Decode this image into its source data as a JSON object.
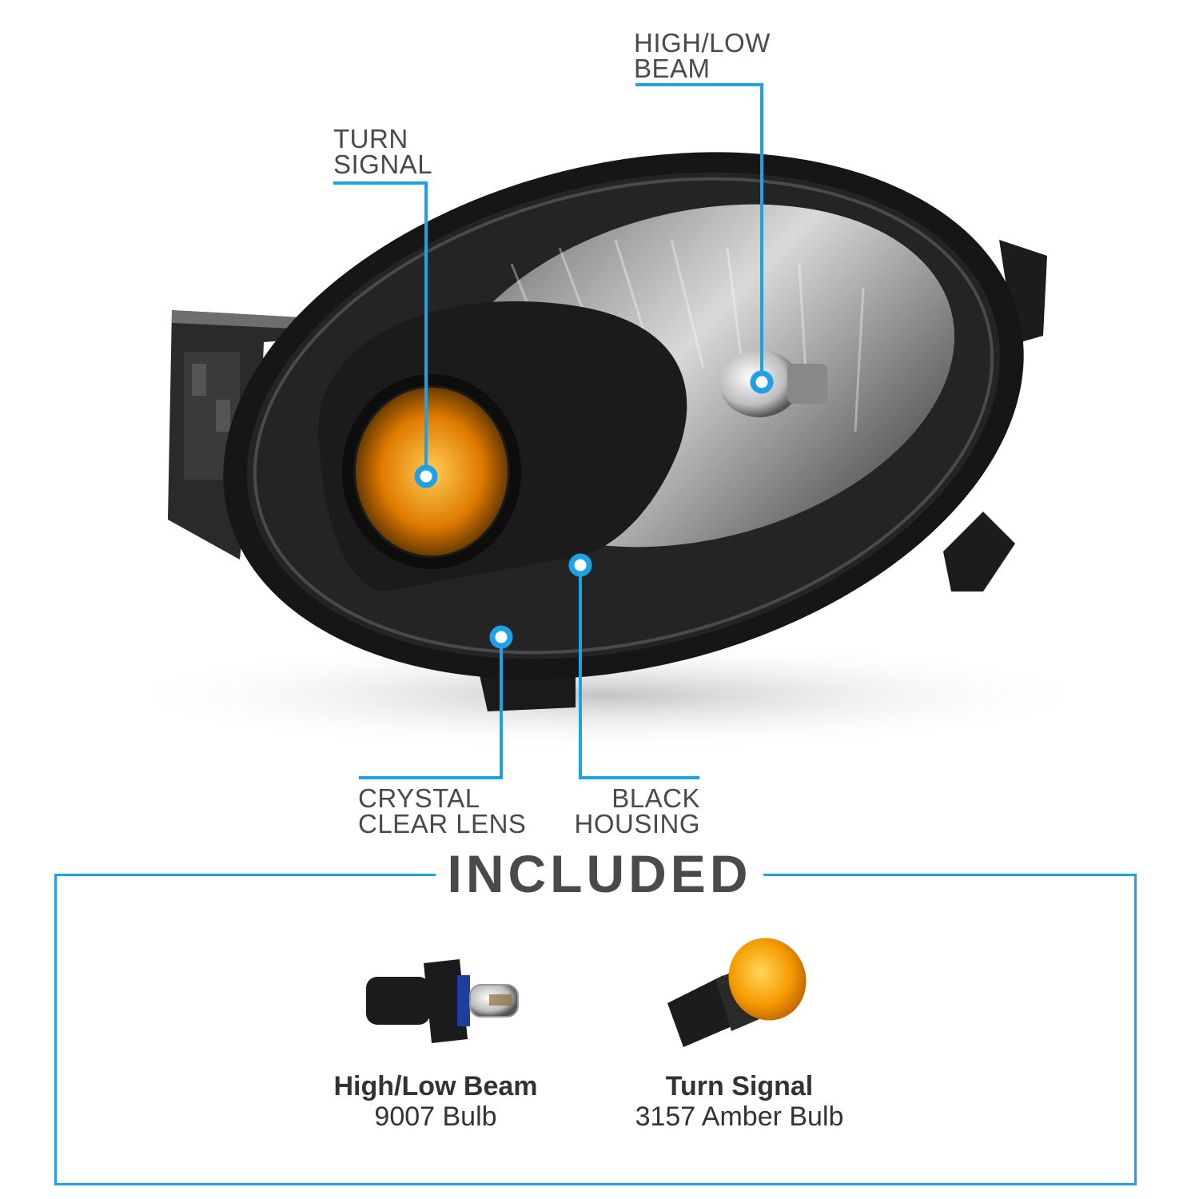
{
  "callouts": {
    "high_low_beam": [
      "HIGH/LOW",
      "BEAM"
    ],
    "turn_signal": [
      "TURN",
      "SIGNAL"
    ],
    "crystal_clear_lens": [
      "CRYSTAL",
      "CLEAR LENS"
    ],
    "black_housing": [
      "BLACK",
      "HOUSING"
    ]
  },
  "included": {
    "title": "INCLUDED",
    "items": [
      {
        "name": "High/Low Beam",
        "spec": "9007 Bulb"
      },
      {
        "name": "Turn Signal",
        "spec": "3157 Amber Bulb"
      }
    ]
  },
  "colors": {
    "accent": "#1fa1e8",
    "text": "#4a4a4a",
    "housing": "#1a1a1a",
    "amber": "#f08a00"
  }
}
